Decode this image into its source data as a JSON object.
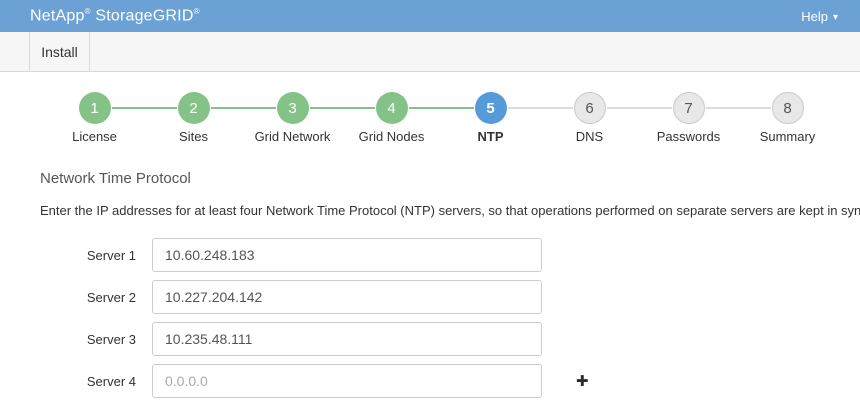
{
  "header": {
    "brand_part1": "NetApp",
    "brand_part2": "StorageGRID",
    "registered_mark": "®",
    "help_label": "Help",
    "help_caret": "▾"
  },
  "nav": {
    "install_tab": "Install"
  },
  "stepper": {
    "steps": [
      {
        "number": "1",
        "label": "License",
        "state": "complete"
      },
      {
        "number": "2",
        "label": "Sites",
        "state": "complete"
      },
      {
        "number": "3",
        "label": "Grid Network",
        "state": "complete"
      },
      {
        "number": "4",
        "label": "Grid Nodes",
        "state": "complete"
      },
      {
        "number": "5",
        "label": "NTP",
        "state": "active"
      },
      {
        "number": "6",
        "label": "DNS",
        "state": "upcoming"
      },
      {
        "number": "7",
        "label": "Passwords",
        "state": "upcoming"
      },
      {
        "number": "8",
        "label": "Summary",
        "state": "upcoming"
      }
    ]
  },
  "main": {
    "title": "Network Time Protocol",
    "description": "Enter the IP addresses for at least four Network Time Protocol (NTP) servers, so that operations performed on separate servers are kept in sync.",
    "form": {
      "rows": [
        {
          "label": "Server 1",
          "value": "10.60.248.183"
        },
        {
          "label": "Server 2",
          "value": "10.227.204.142"
        },
        {
          "label": "Server 3",
          "value": "10.235.48.111"
        },
        {
          "label": "Server 4",
          "value": "",
          "placeholder": "0.0.0.0"
        }
      ],
      "add_button_glyph": "✚"
    }
  },
  "colors": {
    "header_bg": "#6ba1d4",
    "step_complete_green": "#84c287",
    "step_active_blue": "#559bd8",
    "step_upcoming_bg": "#e8e8e8"
  }
}
